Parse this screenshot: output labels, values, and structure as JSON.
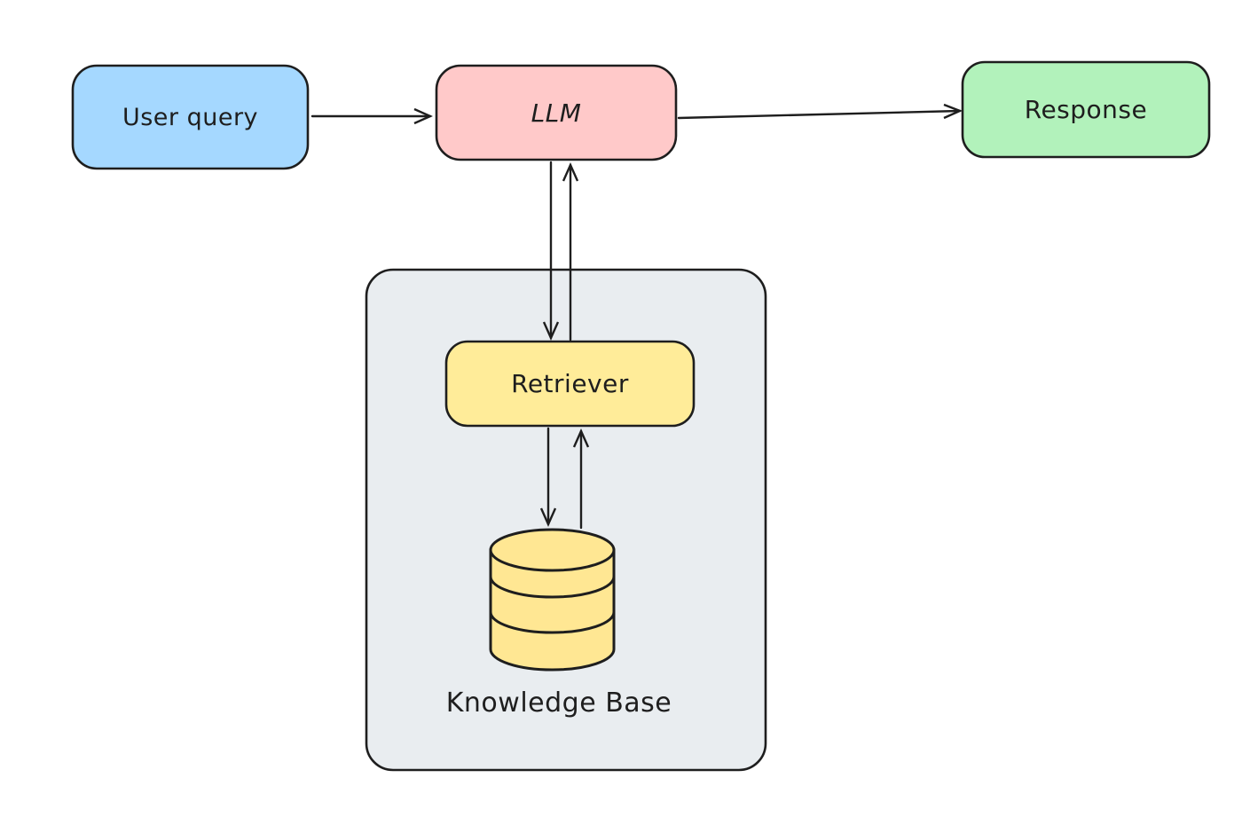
{
  "background": "#ffffff",
  "stroke_color": "#1e1e1e",
  "nodes": {
    "user_query": {
      "label": "User query",
      "fill": "#a5d8ff"
    },
    "llm": {
      "label": "LLM",
      "fill": "#ffc9c9"
    },
    "response": {
      "label": "Response",
      "fill": "#b2f2bb"
    },
    "retriever": {
      "label": "Retriever",
      "fill": "#ffec99"
    },
    "knowledge_base": {
      "label": "Knowledge Base",
      "fill": "#ffe793"
    },
    "rag_container": {
      "fill": "#e9edf0"
    }
  },
  "edges": [
    {
      "from": "user_query",
      "to": "llm"
    },
    {
      "from": "llm",
      "to": "response"
    },
    {
      "from": "llm",
      "to": "retriever"
    },
    {
      "from": "retriever",
      "to": "llm"
    },
    {
      "from": "retriever",
      "to": "knowledge_base"
    },
    {
      "from": "knowledge_base",
      "to": "retriever"
    }
  ]
}
